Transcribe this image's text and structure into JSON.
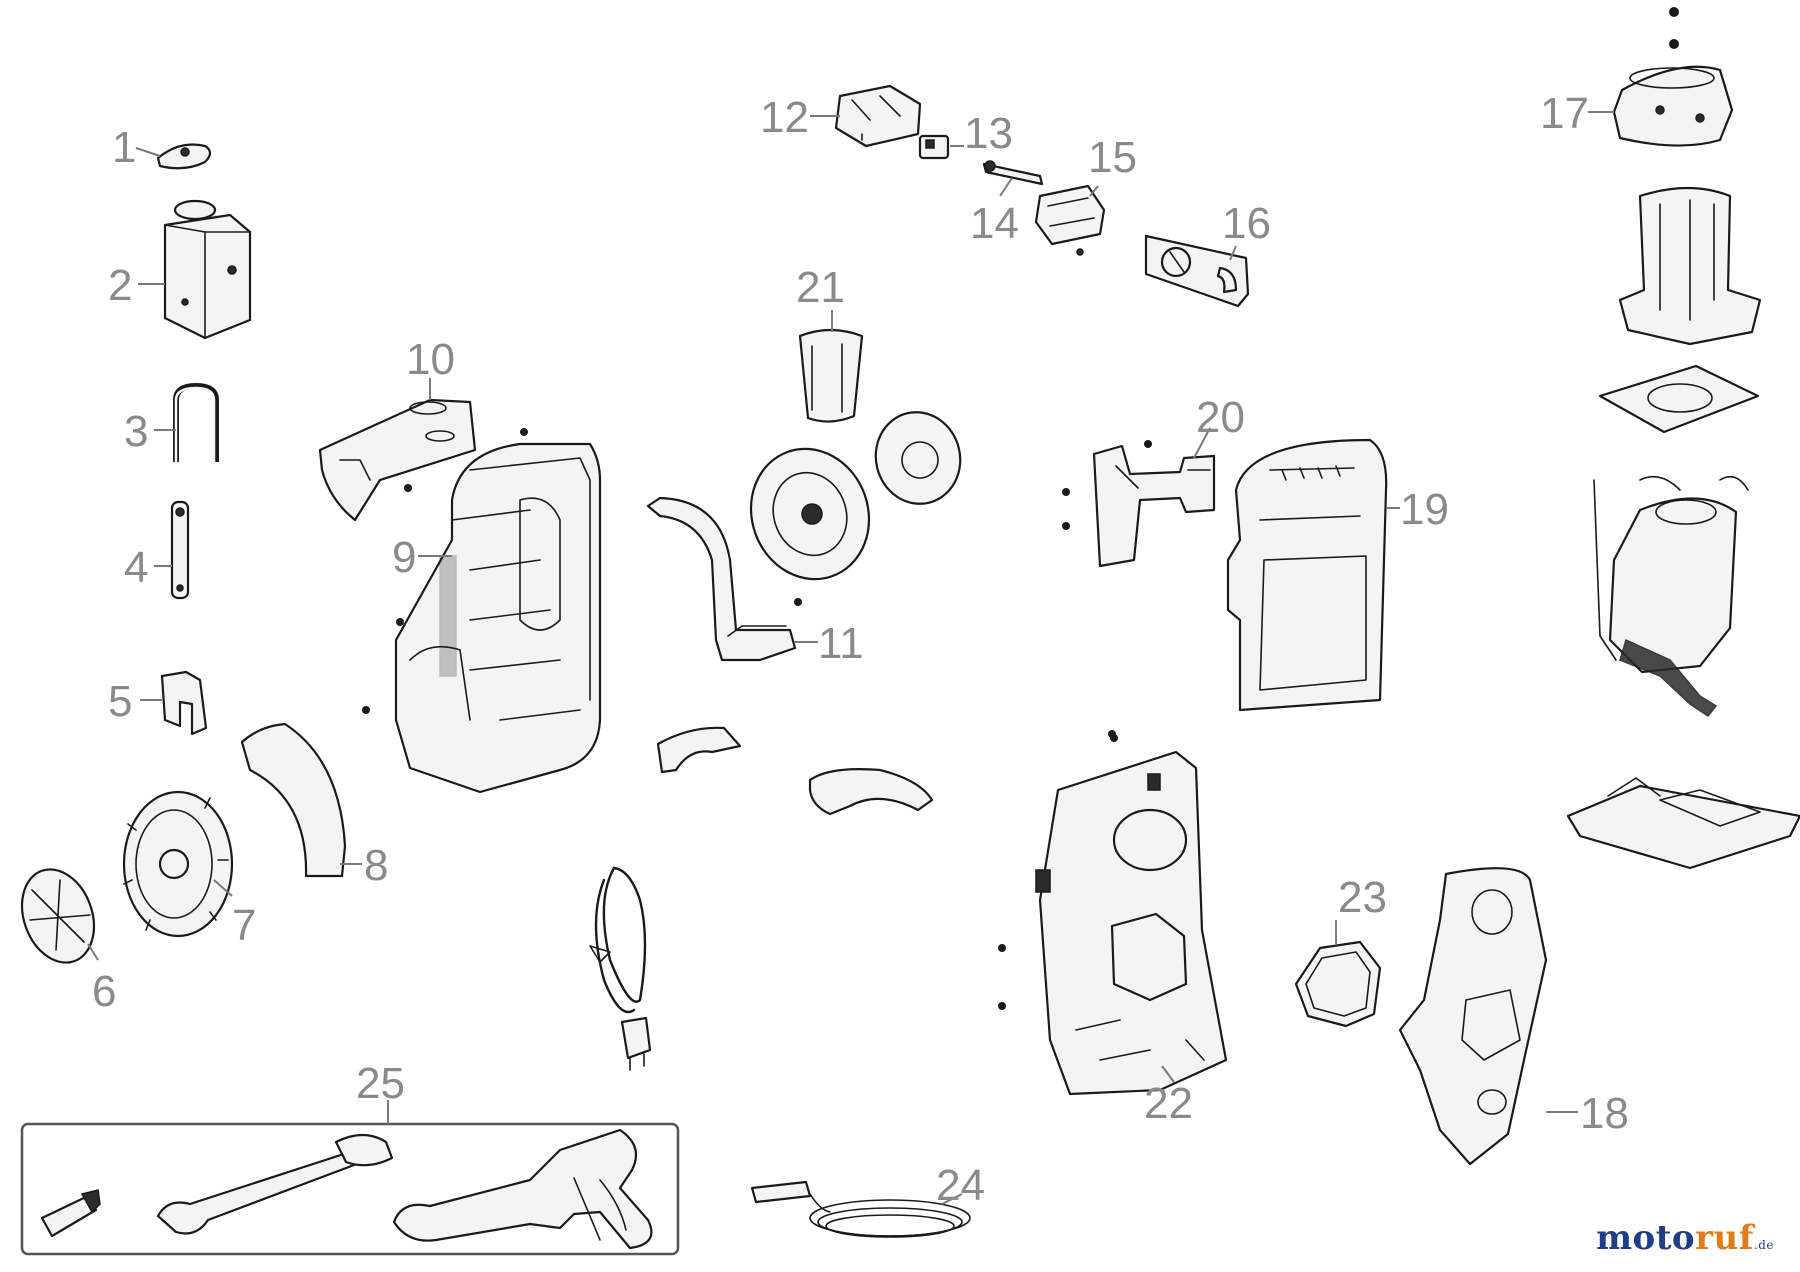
{
  "diagram": {
    "parts": [
      {
        "number": "1"
      },
      {
        "number": "2"
      },
      {
        "number": "3"
      },
      {
        "number": "4"
      },
      {
        "number": "5"
      },
      {
        "number": "6"
      },
      {
        "number": "7"
      },
      {
        "number": "8"
      },
      {
        "number": "9"
      },
      {
        "number": "10"
      },
      {
        "number": "11"
      },
      {
        "number": "12"
      },
      {
        "number": "13"
      },
      {
        "number": "14"
      },
      {
        "number": "15"
      },
      {
        "number": "16"
      },
      {
        "number": "17"
      },
      {
        "number": "18"
      },
      {
        "number": "19"
      },
      {
        "number": "20"
      },
      {
        "number": "21"
      },
      {
        "number": "22"
      },
      {
        "number": "23"
      },
      {
        "number": "24"
      },
      {
        "number": "25"
      }
    ]
  },
  "watermark": {
    "main": "moto",
    "accent": "ruf",
    "suffix": ".de",
    "colors": {
      "main": "#1f3f84",
      "accent": "#e07b1a"
    }
  },
  "colors": {
    "outline": "#1a1a1a",
    "callout": "#8a8a8a",
    "fill": "#f4f4f4"
  }
}
